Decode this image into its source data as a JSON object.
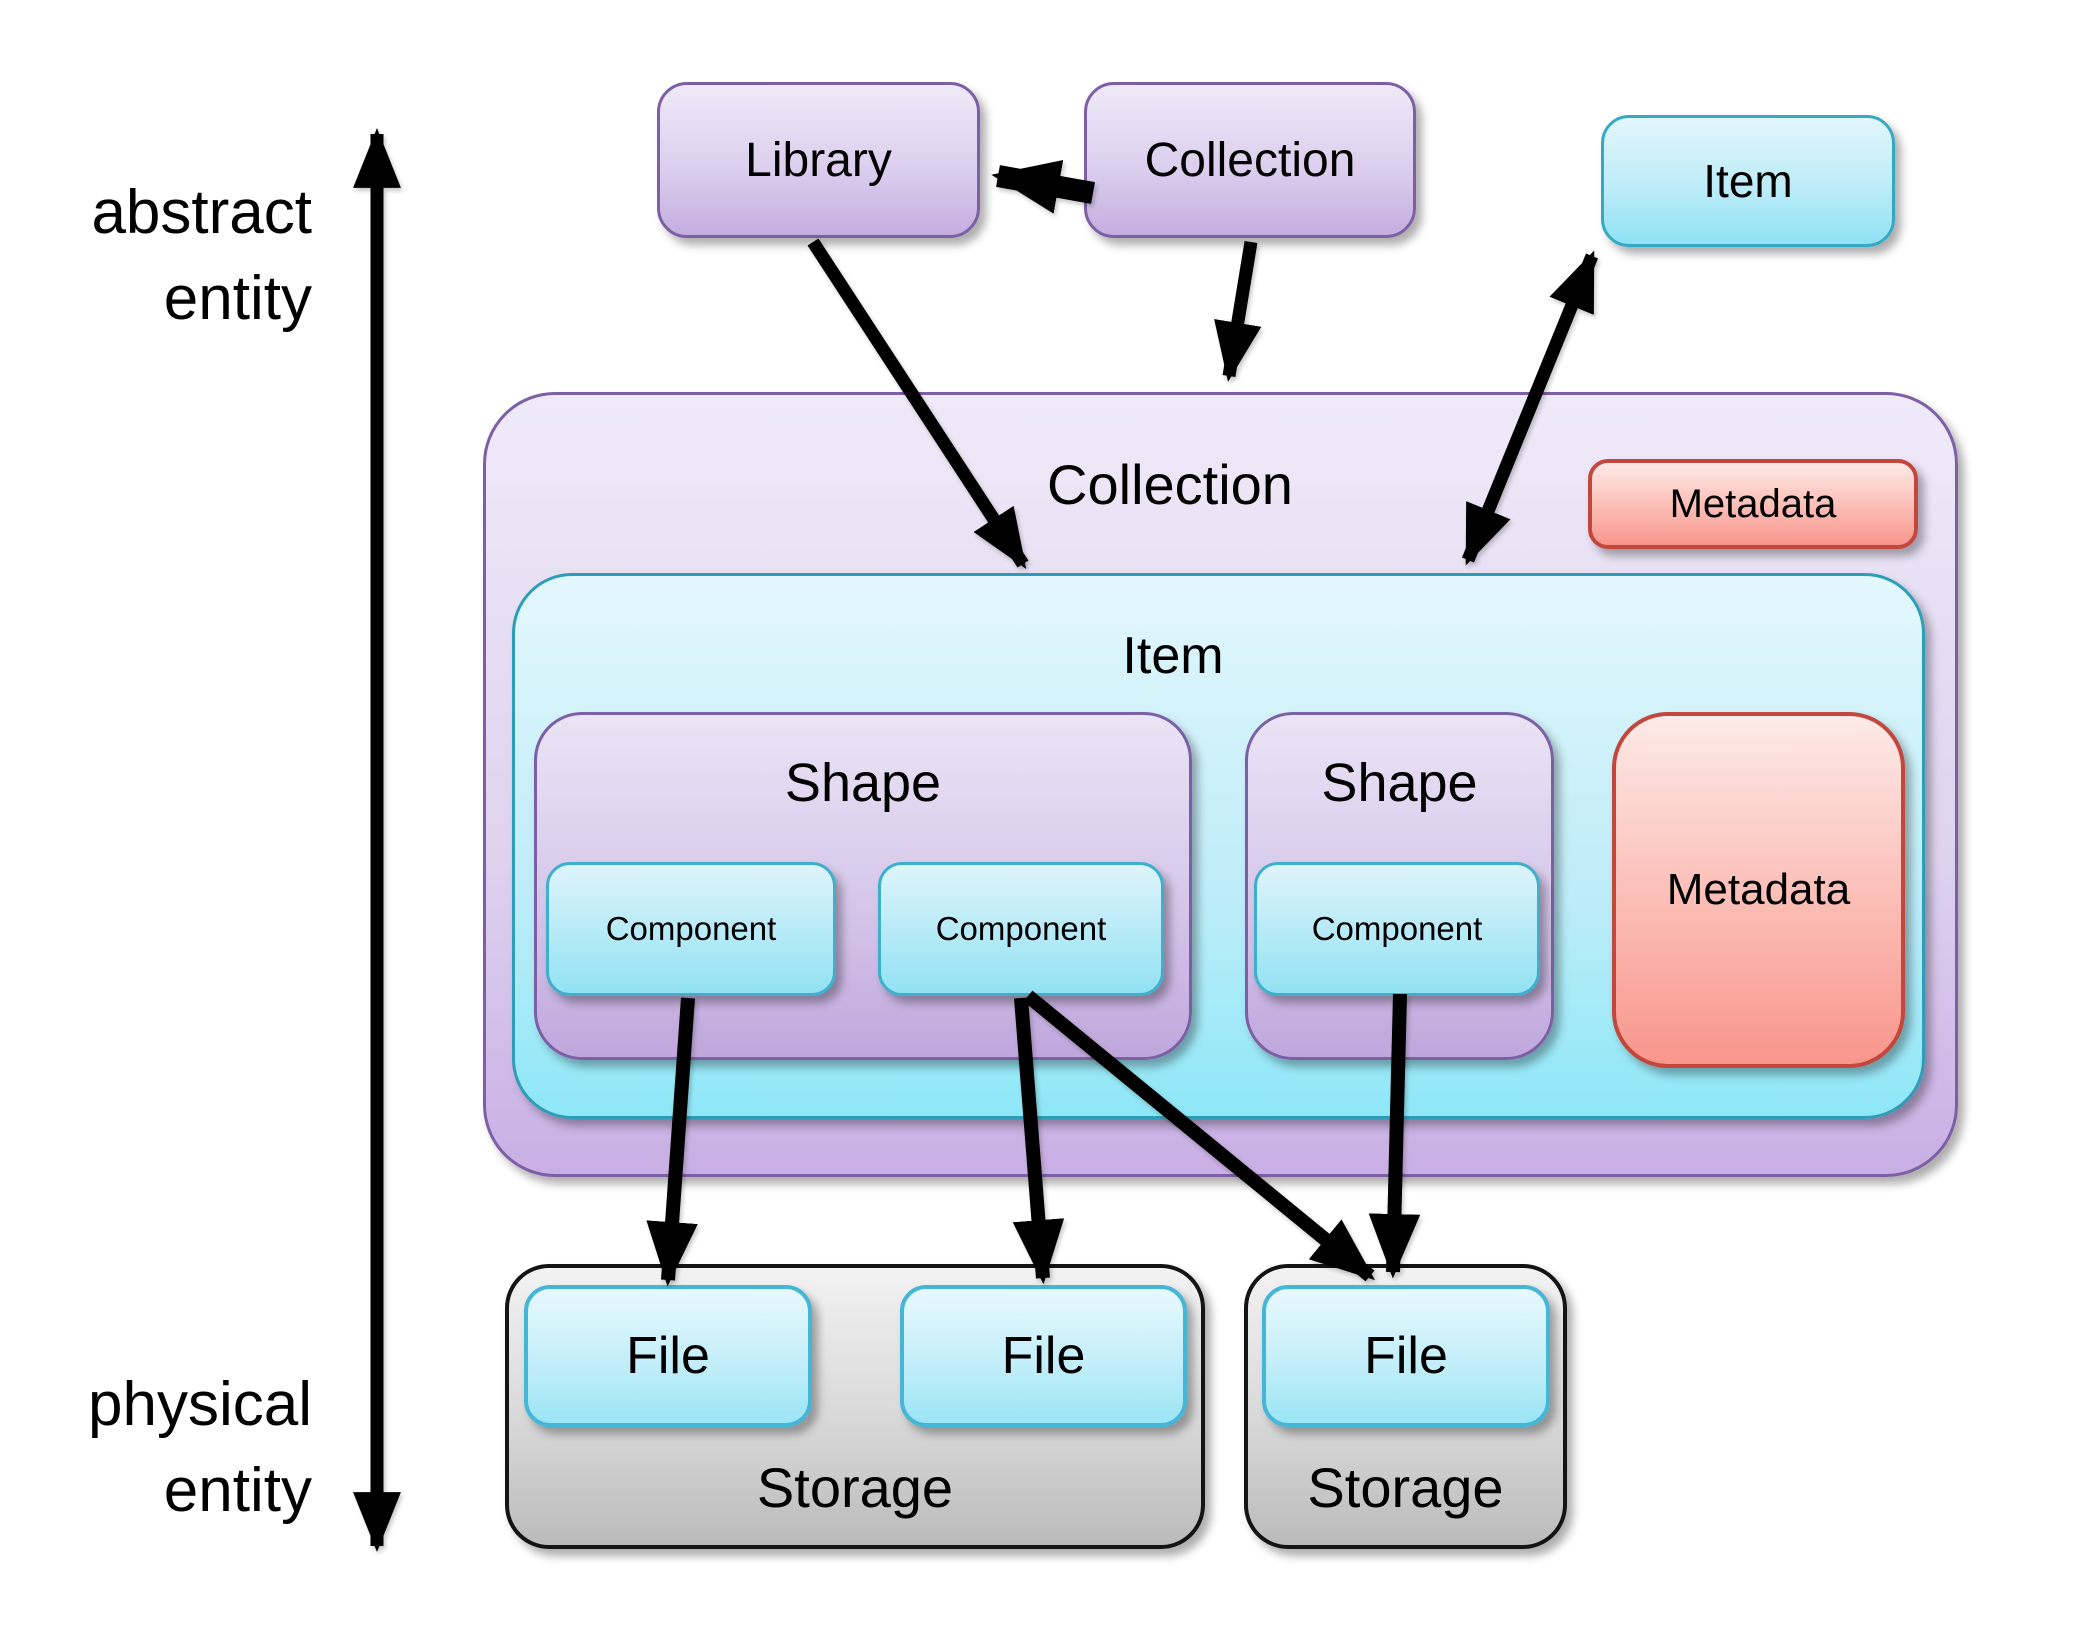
{
  "axis": {
    "top_label": [
      "abstract",
      "entity"
    ],
    "bottom_label": [
      "physical",
      "entity"
    ]
  },
  "nodes": {
    "library": "Library",
    "top_collection": "Collection",
    "top_item": "Item",
    "collection": "Collection",
    "collection_metadata": "Metadata",
    "item": "Item",
    "shape_left": "Shape",
    "shape_right": "Shape",
    "component_1": "Component",
    "component_2": "Component",
    "component_3": "Component",
    "item_metadata": "Metadata",
    "file_1": "File",
    "file_2": "File",
    "file_3": "File",
    "storage_left": "Storage",
    "storage_right": "Storage"
  },
  "colors": {
    "purple_border": "#7d5fa5",
    "purple_fill": "#c3aee0",
    "cyan_border": "#35a9c4",
    "cyan_fill": "#8ee7f7",
    "red_border": "#c2473c",
    "red_fill": "#f8968c",
    "gray_border": "#141414",
    "gray_fill": "#bcbbbb",
    "arrow": "#000000"
  }
}
